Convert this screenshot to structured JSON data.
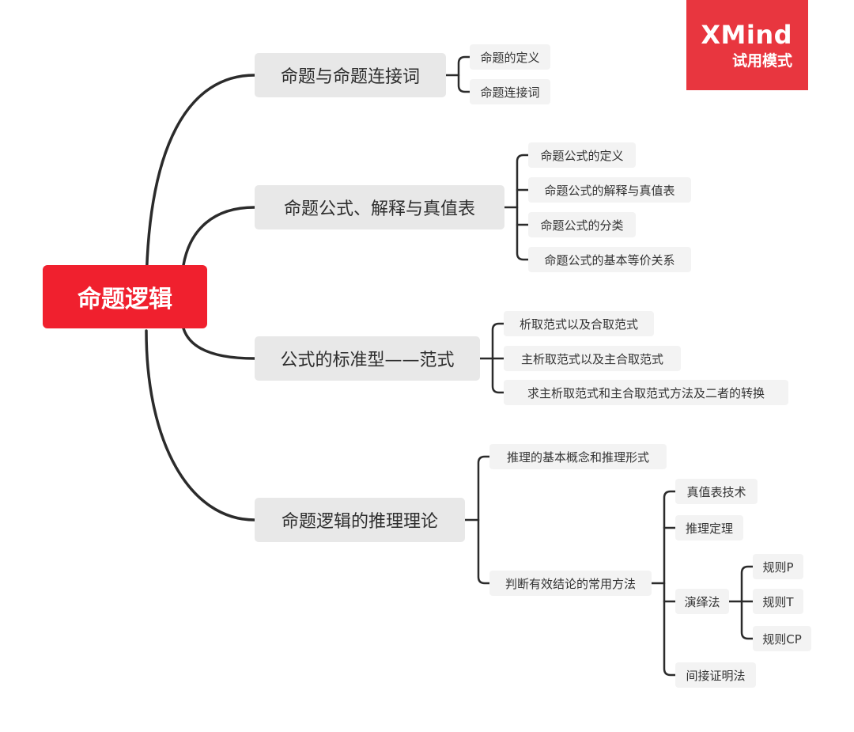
{
  "watermark": {
    "title": "XMind",
    "subtitle": "试用模式"
  },
  "colors": {
    "root": "#f0202e",
    "line": "#2b2b2b",
    "watermark": "#e8363f"
  },
  "root": {
    "label": "命题逻辑"
  },
  "branches": [
    {
      "label": "命题与命题连接词",
      "children": [
        {
          "label": "命题的定义"
        },
        {
          "label": "命题连接词"
        }
      ]
    },
    {
      "label": "命题公式、解释与真值表",
      "children": [
        {
          "label": "命题公式的定义"
        },
        {
          "label": "命题公式的解释与真值表"
        },
        {
          "label": "命题公式的分类"
        },
        {
          "label": "命题公式的基本等价关系"
        }
      ]
    },
    {
      "label": "公式的标准型——范式",
      "children": [
        {
          "label": "析取范式以及合取范式"
        },
        {
          "label": "主析取范式以及主合取范式"
        },
        {
          "label": "求主析取范式和主合取范式方法及二者的转换"
        }
      ]
    },
    {
      "label": "命题逻辑的推理理论",
      "children": [
        {
          "label": "推理的基本概念和推理形式"
        },
        {
          "label": "判断有效结论的常用方法",
          "children": [
            {
              "label": "真值表技术"
            },
            {
              "label": "推理定理"
            },
            {
              "label": "演绎法",
              "children": [
                {
                  "label": "规则P"
                },
                {
                  "label": "规则T"
                },
                {
                  "label": "规则CP"
                }
              ]
            },
            {
              "label": "间接证明法"
            }
          ]
        }
      ]
    }
  ]
}
